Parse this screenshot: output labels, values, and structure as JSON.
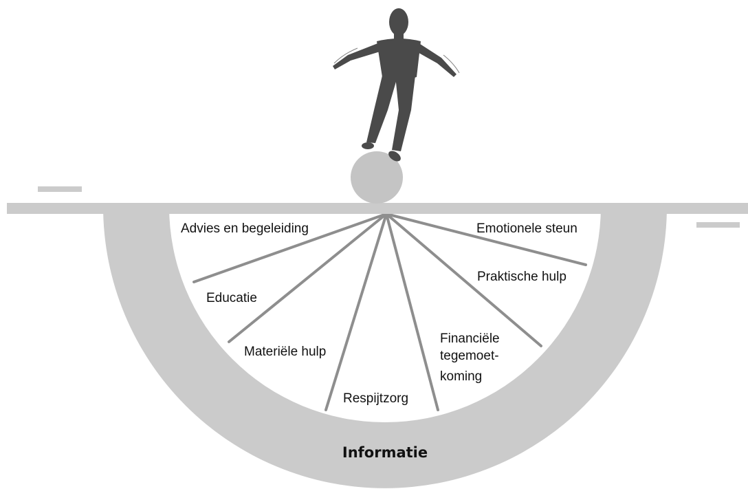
{
  "diagram": {
    "base_label": "Informatie",
    "segments": [
      {
        "lines": [
          "Advies en begeleiding"
        ]
      },
      {
        "lines": [
          "Emotionele steun"
        ]
      },
      {
        "lines": [
          "Praktische hulp"
        ]
      },
      {
        "lines": [
          "Educatie"
        ]
      },
      {
        "lines": [
          "Materiële hulp"
        ]
      },
      {
        "lines": [
          "Financiële",
          "tegemoet-",
          "koming"
        ]
      },
      {
        "lines": [
          "Respijtzorg"
        ]
      }
    ],
    "colors": {
      "bowl": "#cbcbcb",
      "inner": "#ffffff",
      "divider": "#8e8e8e",
      "ball": "#c4c4c4",
      "figure": "#4a4a4a"
    },
    "icons": [
      "balancing-person-icon",
      "ball-icon"
    ]
  }
}
